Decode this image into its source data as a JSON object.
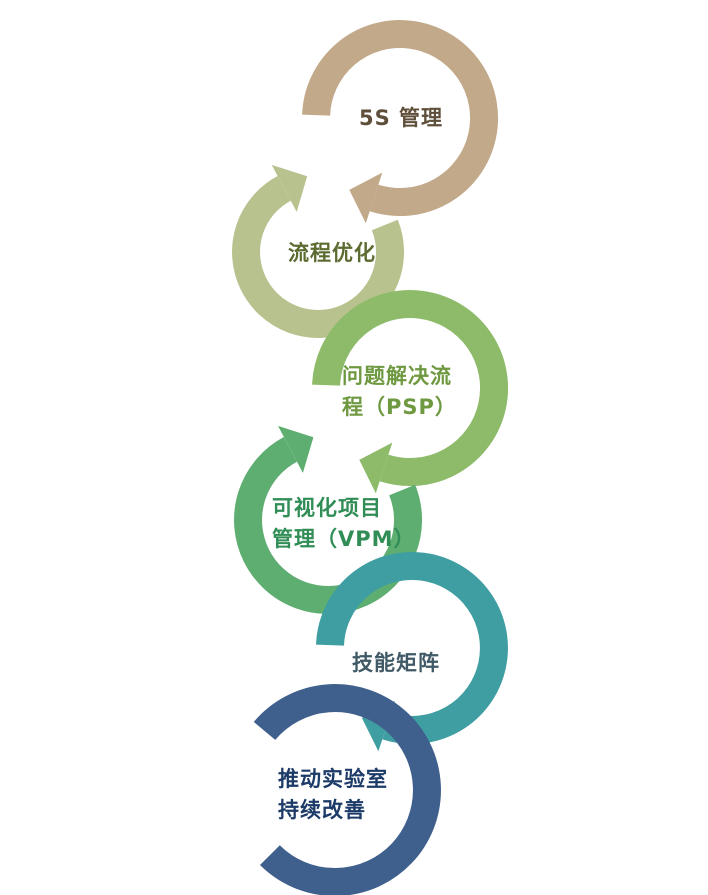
{
  "steps": [
    {
      "id": "step-5s",
      "lines": [
        "5S 管理"
      ],
      "color": "#c2a98a"
    },
    {
      "id": "step-process-optimization",
      "lines": [
        "流程优化"
      ],
      "color": "#b7c28e"
    },
    {
      "id": "step-psp",
      "lines": [
        "问题解决流",
        "程（PSP）"
      ],
      "color": "#8dbb6a"
    },
    {
      "id": "step-vpm",
      "lines": [
        "可视化项目",
        "管理（VPM）"
      ],
      "color": "#5eae72"
    },
    {
      "id": "step-skill-matrix",
      "lines": [
        "技能矩阵"
      ],
      "color": "#3f9ea1"
    },
    {
      "id": "step-lab-improvement",
      "lines": [
        "推动实验室",
        "持续改善"
      ],
      "color": "#3f5f8c"
    }
  ]
}
